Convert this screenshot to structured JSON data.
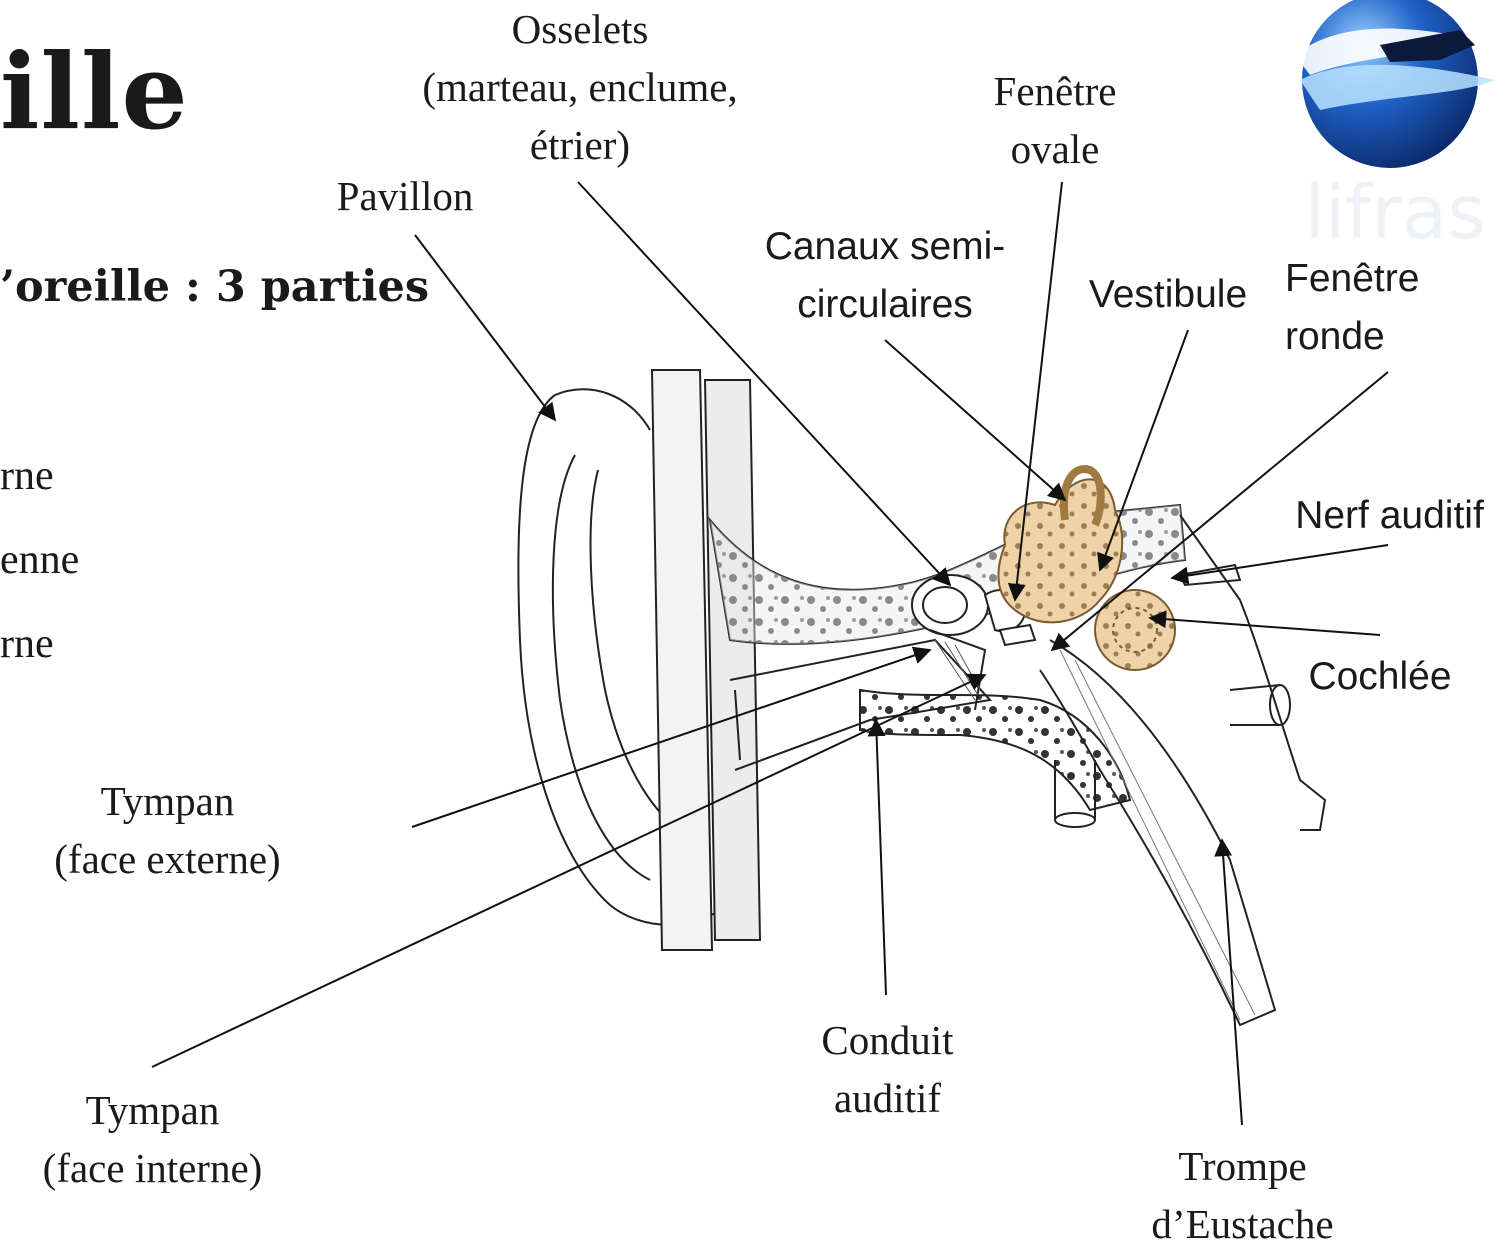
{
  "heading": {
    "title": "ille",
    "subtitle": "’oreille : 3 parties",
    "parts": [
      "rne",
      "enne",
      "rne"
    ]
  },
  "labels": {
    "osselets": "Osselets\n(marteau, enclume,\nétrier)",
    "fenetre_ovale": "Fenêtre\novale",
    "pavillon": "Pavillon",
    "canaux": "Canaux semi-\ncirculaires",
    "vestibule": "Vestibule",
    "fenetre_ronde": "Fenêtre\nronde",
    "nerf": "Nerf auditif",
    "cochlee": "Cochlée",
    "tympan_externe": "Tympan\n(face externe)",
    "tympan_interne": "Tympan\n(face interne)",
    "conduit": "Conduit\nauditif",
    "trompe": "Trompe\nd’Eustache"
  },
  "logo": {
    "watermark": "lifras"
  },
  "colors": {
    "ink": "#1a1a1a",
    "inner_ear_fill": "#efd3a8",
    "bone_fill": "#e9e9e9",
    "logo_blue": "#1f63c9",
    "logo_dark": "#0b2a6b"
  }
}
